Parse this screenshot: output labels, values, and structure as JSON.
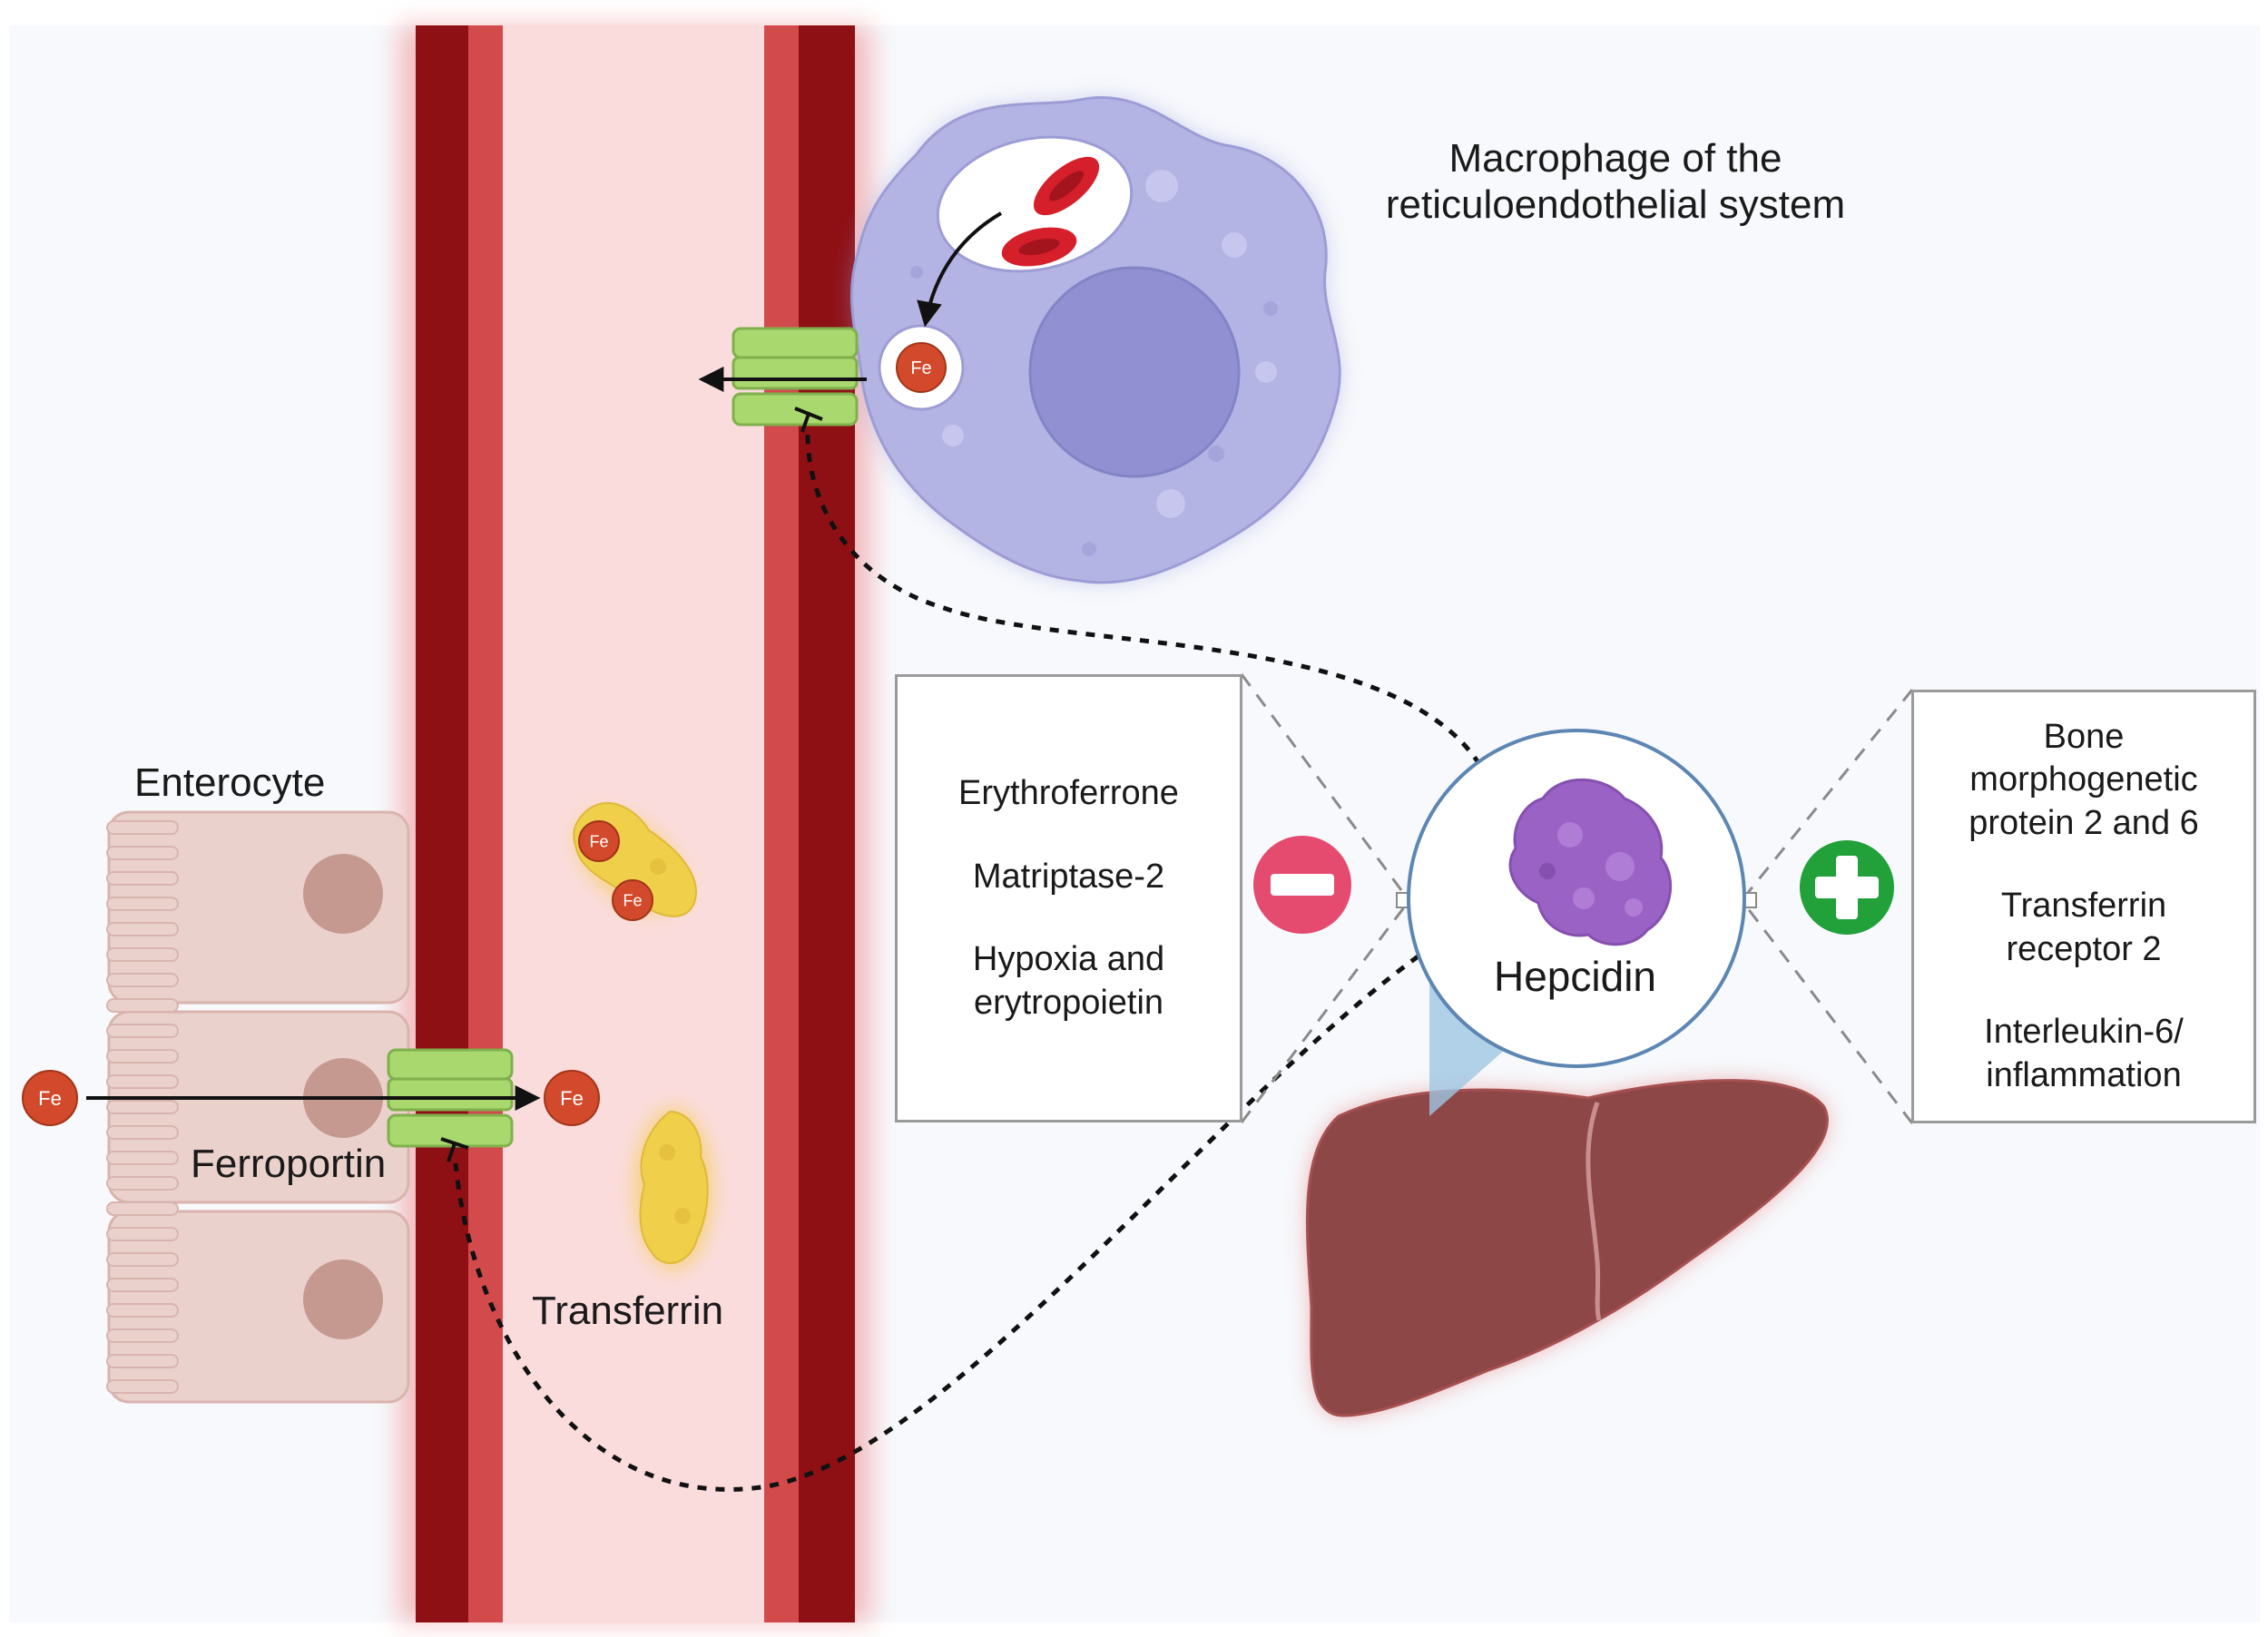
{
  "labels": {
    "macrophage": [
      "Macrophage of the",
      "reticuloendothelial system"
    ],
    "enterocyte": "Enterocyte",
    "ferroportin": "Ferroportin",
    "transferrin": "Transferrin",
    "hepcidin": "Hepcidin",
    "fe": "Fe"
  },
  "inhibitors": [
    "Erythroferrone",
    "Matriptase-2",
    "Hypoxia and",
    "erytropoietin"
  ],
  "activators": [
    "Bone",
    "morphogenetic",
    "protein 2 and 6",
    "Transferrin",
    "receptor 2",
    "Interleukin-6/",
    "inflammation"
  ],
  "colors": {
    "vessel_wall_dark": "#8e1015",
    "vessel_wall_mid": "#d24a4c",
    "vessel_lumen": "#fbdcdc",
    "macrophage": "#b3b3e4",
    "enterocyte": "#ead1cc",
    "ferroportin": "#a9d86e",
    "liver": "#8e4747",
    "iron": "#d24a2b",
    "transferrin": "#f0cf4a",
    "hepcidin": "#9a62c4",
    "minus": "#e54a6f",
    "plus": "#22a03a"
  },
  "icons": {
    "minus": "minus-circle-icon",
    "plus": "plus-circle-icon"
  }
}
